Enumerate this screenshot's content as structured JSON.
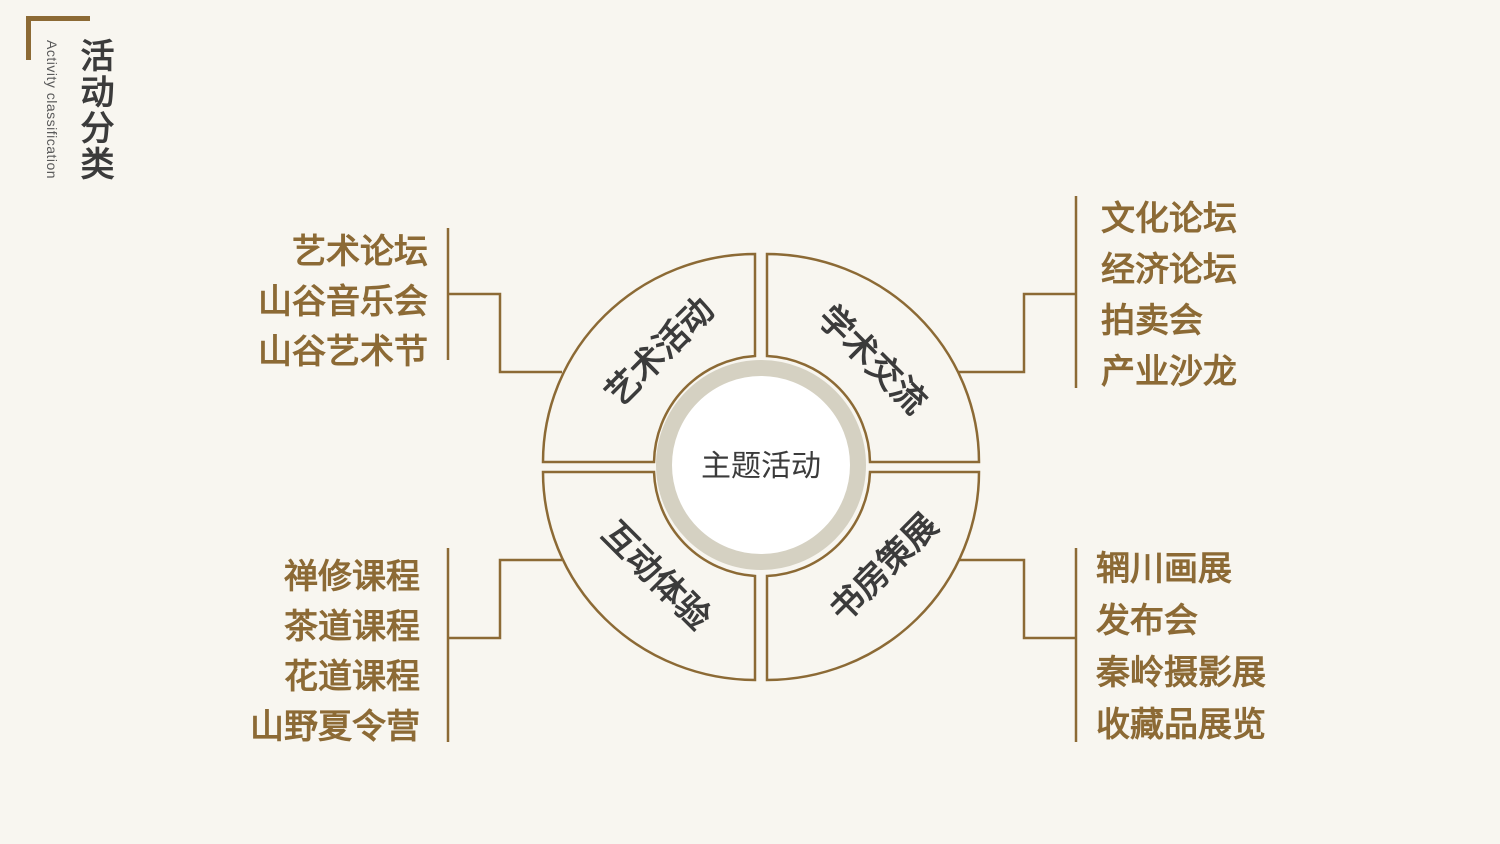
{
  "header": {
    "title": "活动分类",
    "subtitle": "Activity classification"
  },
  "center": {
    "label": "主题活动"
  },
  "quadrants": {
    "top_left": "艺术活动",
    "top_right": "学术交流",
    "bottom_left": "互动体验",
    "bottom_right": "书房策展"
  },
  "lists": {
    "top_left": [
      "艺术论坛",
      "山谷音乐会",
      "山谷艺术节"
    ],
    "top_right": [
      "文化论坛",
      "经济论坛",
      "拍卖会",
      "产业沙龙"
    ],
    "bottom_left": [
      "禅修课程",
      "茶道课程",
      "花道课程",
      "山野夏令营"
    ],
    "bottom_right": [
      "辋川画展",
      "发布会",
      "秦岭摄影展",
      "收藏品展览"
    ]
  },
  "colors": {
    "accent": "#8c6a35",
    "ring": "#d5d1c2",
    "background": "#f8f6f0",
    "text_dark": "#3b3b3b"
  }
}
